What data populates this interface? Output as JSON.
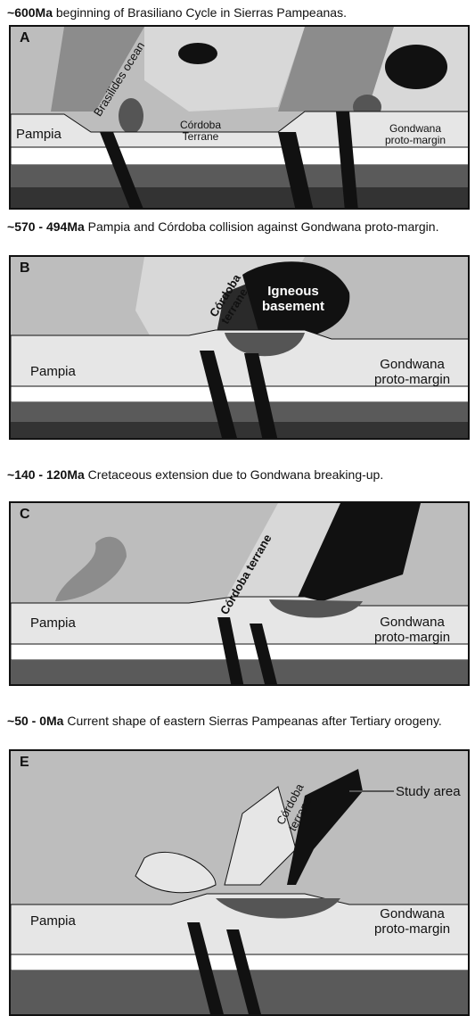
{
  "captions": [
    {
      "tilde": "~",
      "age": "600Ma",
      "text": " beginning of Brasiliano Cycle in Sierras Pampeanas."
    },
    {
      "tilde": "~",
      "age": "570 - 494Ma",
      "text": " Pampia and Córdoba collision against Gondwana proto-margin."
    },
    {
      "tilde": "~",
      "age": "140 - 120Ma",
      "text": " Cretaceous extension due to Gondwana breaking-up."
    },
    {
      "tilde": "~",
      "age": "50 - 0Ma",
      "text": " Current shape of eastern Sierras Pampeanas after Tertiary orogeny."
    }
  ],
  "panels": {
    "A": {
      "letter": "A",
      "ocean": "Brasilides ocean",
      "pampia": "Pampia",
      "cordoba": "Córdoba\nTerrane",
      "gondwana": "Gondwana\nproto-margin"
    },
    "B": {
      "letter": "B",
      "cordoba": "Córdoba\nterrane",
      "igneous": "Igneous\nbasement",
      "pampia": "Pampia",
      "gondwana": "Gondwana\nproto-margin"
    },
    "C": {
      "letter": "C",
      "cordoba": "Córdoba terrane",
      "pampia": "Pampia",
      "gondwana": "Gondwana\nproto-margin"
    },
    "E": {
      "letter": "E",
      "cordoba": "Córdoba\nterrane",
      "study": "Study area",
      "pampia": "Pampia",
      "gondwana": "Gondwana\nproto-margin"
    }
  },
  "colors": {
    "background": "#bdbdbd",
    "crust": "#e6e6e6",
    "mantle_dark": "#2a2a2a",
    "igneous": "#1a1a1a",
    "ocean": "#8c8c8c"
  }
}
